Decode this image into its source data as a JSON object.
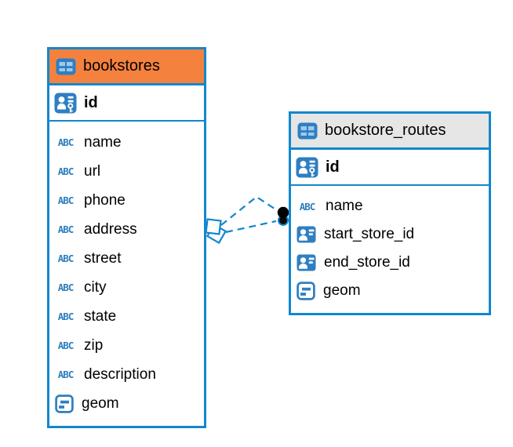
{
  "icons": {
    "text_type_label": "ABC"
  },
  "colors": {
    "accent_blue": "#1287CE",
    "icon_blue": "#2E7FC2",
    "icon_cell_blue": "#9DC9EC",
    "bookstores_header": "#F5813E",
    "routes_header": "#E6E6E6",
    "link_dot_fill": "#000000"
  },
  "tables": [
    {
      "name": "bookstores",
      "header_color": "#F5813E",
      "primary_key": {
        "name": "id"
      },
      "columns": [
        {
          "name": "name",
          "type": "text"
        },
        {
          "name": "url",
          "type": "text"
        },
        {
          "name": "phone",
          "type": "text"
        },
        {
          "name": "address",
          "type": "text"
        },
        {
          "name": "street",
          "type": "text"
        },
        {
          "name": "city",
          "type": "text"
        },
        {
          "name": "state",
          "type": "text"
        },
        {
          "name": "zip",
          "type": "text"
        },
        {
          "name": "description",
          "type": "text"
        },
        {
          "name": "geom",
          "type": "geometry"
        }
      ]
    },
    {
      "name": "bookstore_routes",
      "header_color": "#E6E6E6",
      "primary_key": {
        "name": "id"
      },
      "columns": [
        {
          "name": "name",
          "type": "text"
        },
        {
          "name": "start_store_id",
          "type": "reference"
        },
        {
          "name": "end_store_id",
          "type": "reference"
        },
        {
          "name": "geom",
          "type": "geometry"
        }
      ]
    }
  ],
  "relationships": [
    {
      "from_table": "bookstore_routes",
      "to_table": "bookstores",
      "line_style": "dashed",
      "bookstores_end_marker": "diamond",
      "routes_end_marker": "dot"
    },
    {
      "from_table": "bookstore_routes",
      "to_table": "bookstores",
      "line_style": "dashed",
      "bookstores_end_marker": "diamond",
      "routes_end_marker": "dot"
    }
  ]
}
